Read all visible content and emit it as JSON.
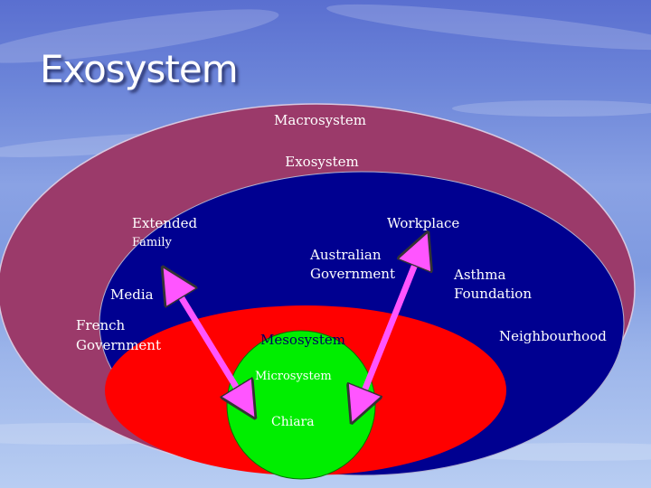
{
  "title": "Exosystem",
  "labels": {
    "macrosystem": "Macrosystem",
    "exosystem": "Exosystem",
    "extended": "Extended",
    "family": "Family",
    "workplace": "Workplace",
    "australian": "Australian",
    "government": "Government",
    "asthma": "Asthma",
    "foundation": "Foundation",
    "media": "Media",
    "french": "French",
    "french_government": "Government",
    "neighbourhood": "Neighbourhood",
    "mesosystem": "Mesosystem",
    "microsystem": "Microsystem",
    "chiara": "Chiara"
  },
  "colors": {
    "macrosystem": "#9b3a6a",
    "exosystem": "#000090",
    "mesosystem": "#ff0000",
    "microsystem": "#00ff00",
    "arrow": "#ff55ff"
  }
}
